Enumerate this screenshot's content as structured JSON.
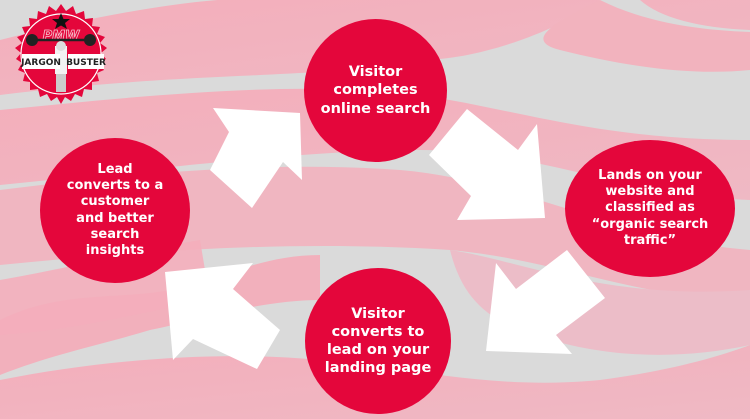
{
  "logo": {
    "badge_text_left": "JARGON",
    "badge_text_right": "BUSTER",
    "monogram": "PMW",
    "colors": {
      "badge": "#e4063b",
      "star": "#111111"
    }
  },
  "diagram": {
    "type": "cycle",
    "steps": [
      {
        "id": 1,
        "label": "Visitor\ncompletes\nonline search"
      },
      {
        "id": 2,
        "label": "Lands on your\nwebsite and\nclassified as\n“organic search\ntraffic”"
      },
      {
        "id": 3,
        "label": "Visitor\nconverts to\nlead on your\nlanding page"
      },
      {
        "id": 4,
        "label": "Lead\nconverts to a\ncustomer\nand better\nsearch\ninsights"
      }
    ],
    "arrows": [
      {
        "from": 4,
        "to": 1,
        "direction": "up-right"
      },
      {
        "from": 1,
        "to": 2,
        "direction": "down-right"
      },
      {
        "from": 2,
        "to": 3,
        "direction": "down-left"
      },
      {
        "from": 3,
        "to": 4,
        "direction": "up-left"
      }
    ],
    "colors": {
      "node_fill": "#e4063b",
      "node_text": "#ffffff",
      "arrow": "#ffffff",
      "wave_pink": "#f2b3be",
      "wave_grey": "#dadada"
    }
  }
}
